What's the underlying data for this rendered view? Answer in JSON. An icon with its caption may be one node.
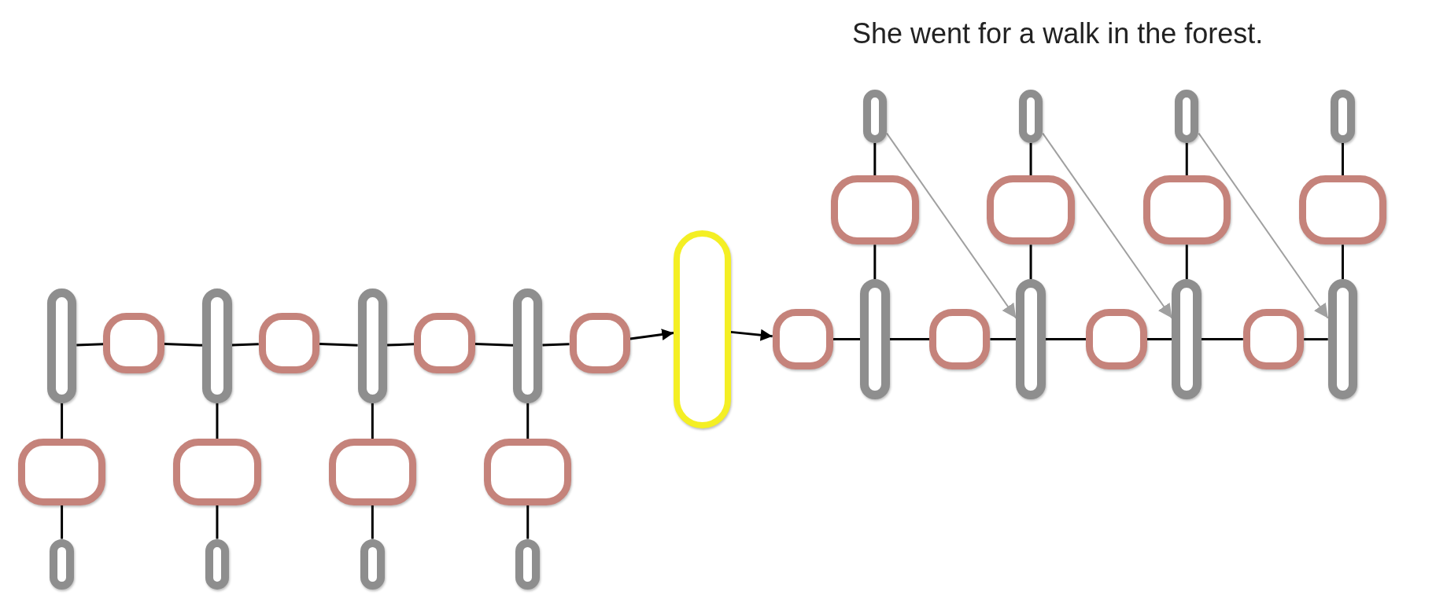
{
  "diagram": {
    "nodes": [
      {
        "text": [],
        "shape": "pill"
      },
      {
        "text": [],
        "shape": "box"
      },
      {
        "text": [],
        "shape": "pill"
      },
      {
        "text": [],
        "shape": "box"
      },
      {
        "text": [],
        "shape": "pill"
      },
      {
        "text": [],
        "shape": "box"
      },
      {
        "text": [],
        "shape": "pill"
      },
      {
        "text": [],
        "shape": "box"
      },
      {
        "text": [],
        "shape": "pill"
      },
      {
        "text": [],
        "shape": "box"
      },
      {
        "text": [],
        "shape": "pill"
      },
      {
        "text": [],
        "shape": "box"
      },
      {
        "text": [],
        "shape": "pill"
      },
      {
        "text": [],
        "shape": "box"
      },
      {
        "text": [],
        "shape": "pill"
      },
      {
        "text": [],
        "shape": "box"
      },
      {
        "text": [],
        "shape": "pill"
      },
      {
        "text": [],
        "shape": "box"
      },
      {
        "text": [],
        "shape": "pill"
      },
      {
        "text": [],
        "shape": "box"
      },
      {
        "text": [],
        "shape": "pill"
      },
      {
        "text": [],
        "shape": "box"
      },
      {
        "text": [],
        "shape": "pill"
      },
      {
        "text": [],
        "shape": "box"
      },
      {
        "text": [],
        "shape": "pill"
      },
      {
        "text": [],
        "shape": "box"
      },
      {
        "text": [],
        "shape": "pill"
      },
      {
        "text": [],
        "shape": "box"
      },
      {
        "text": [],
        "shape": "pill"
      },
      {
        "text": [],
        "shape": "box"
      },
      {
        "text": [],
        "shape": "pill"
      },
      {
        "text": [],
        "shape": "box"
      },
      {
        "text": [],
        "shape": "pill"
      }
    ],
    "edges": [
      {
        "from": 2,
        "to": 1,
        "arrow": "none"
      },
      {
        "from": 1,
        "to": 0,
        "arrow": "none"
      },
      {
        "from": 6,
        "to": 5,
        "arrow": "none"
      },
      {
        "from": 5,
        "to": 4,
        "arrow": "none"
      },
      {
        "from": 10,
        "to": 9,
        "arrow": "none"
      },
      {
        "from": 9,
        "to": 8,
        "arrow": "none"
      },
      {
        "from": 14,
        "to": 13,
        "arrow": "none"
      },
      {
        "from": 13,
        "to": 12,
        "arrow": "none"
      },
      {
        "from": 0,
        "to": 3,
        "arrow": "none"
      },
      {
        "from": 3,
        "to": 4,
        "arrow": "none"
      },
      {
        "from": 4,
        "to": 7,
        "arrow": "none"
      },
      {
        "from": 7,
        "to": 8,
        "arrow": "none"
      },
      {
        "from": 8,
        "to": 11,
        "arrow": "none"
      },
      {
        "from": 11,
        "to": 12,
        "arrow": "none"
      },
      {
        "from": 12,
        "to": 15,
        "arrow": "none"
      },
      {
        "from": 15,
        "to": 16,
        "arrow": "to"
      },
      {
        "from": 16,
        "to": 17,
        "arrow": "to"
      },
      {
        "from": 17,
        "to": 20,
        "arrow": "none"
      },
      {
        "from": 20,
        "to": 21,
        "arrow": "none"
      },
      {
        "from": 21,
        "to": 24,
        "arrow": "none"
      },
      {
        "from": 24,
        "to": 25,
        "arrow": "none"
      },
      {
        "from": 25,
        "to": 28,
        "arrow": "none"
      },
      {
        "from": 28,
        "to": 29,
        "arrow": "none"
      },
      {
        "from": 29,
        "to": 32,
        "arrow": "none"
      },
      {
        "from": 20,
        "to": 19,
        "arrow": "none"
      },
      {
        "from": 19,
        "to": 18,
        "arrow": "none"
      },
      {
        "from": 24,
        "to": 23,
        "arrow": "none"
      },
      {
        "from": 23,
        "to": 22,
        "arrow": "none"
      },
      {
        "from": 28,
        "to": 27,
        "arrow": "none"
      },
      {
        "from": 27,
        "to": 26,
        "arrow": "none"
      },
      {
        "from": 32,
        "to": 31,
        "arrow": "none"
      },
      {
        "from": 31,
        "to": 30,
        "arrow": "none"
      },
      {
        "from": 18,
        "to": 24,
        "arrow": "to",
        "color": "#a0a0a0"
      },
      {
        "from": 22,
        "to": 28,
        "arrow": "to",
        "color": "#a0a0a0"
      },
      {
        "from": 26,
        "to": 32,
        "arrow": "to",
        "color": "#a0a0a0"
      }
    ],
    "labels": [
      "She went for a walk in the forest."
    ]
  }
}
